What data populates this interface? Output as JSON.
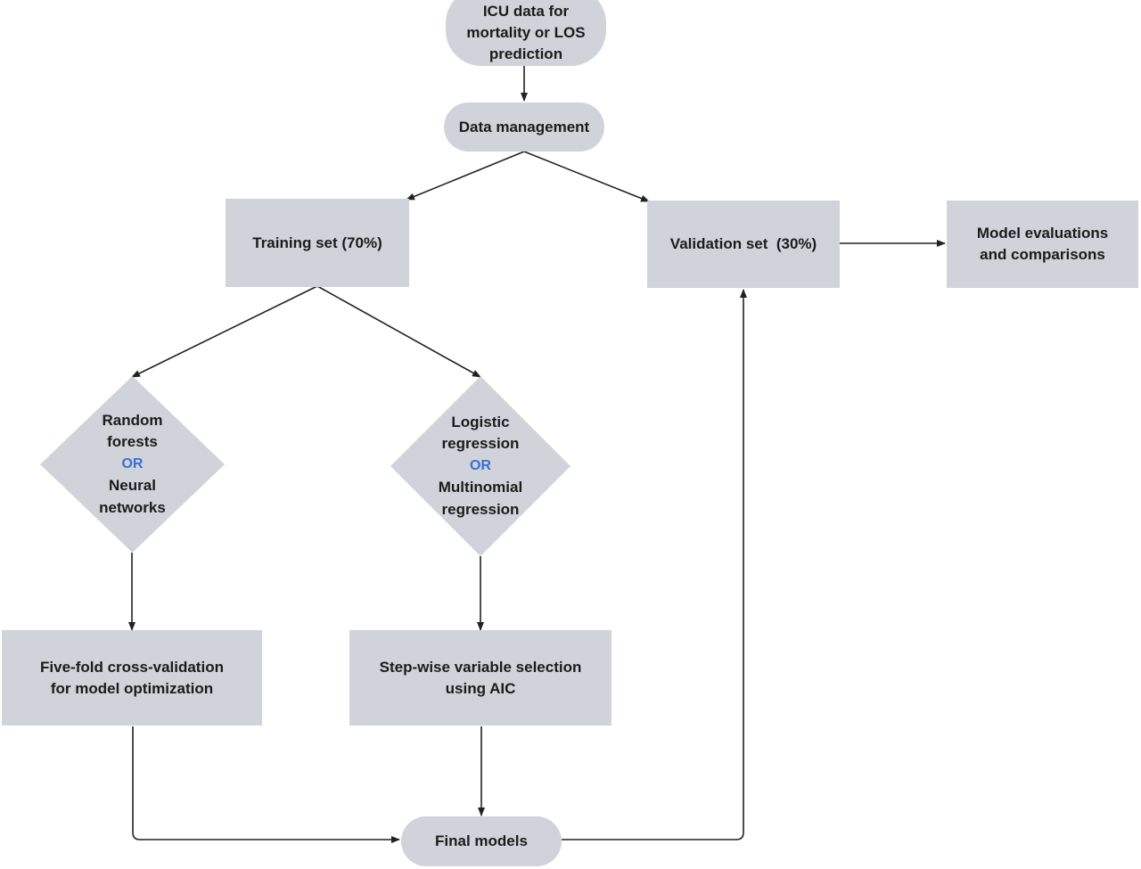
{
  "nodes": {
    "icu_data": {
      "lines": [
        "ICU data for",
        "mortality or LOS",
        "prediction"
      ]
    },
    "data_management": {
      "label": "Data management"
    },
    "training_set": {
      "label": "Training set (70%)"
    },
    "validation_set": {
      "label": "Validation set  (30%)"
    },
    "model_evaluations": {
      "lines": [
        "Model evaluations",
        "and comparisons"
      ]
    },
    "rf_nn": {
      "line1": "Random",
      "line2": "forests",
      "or": "OR",
      "line3": "Neural",
      "line4": "networks"
    },
    "lr_mr": {
      "line1": "Logistic",
      "line2": "regression",
      "or": "OR",
      "line3": "Multinomial",
      "line4": "regression"
    },
    "five_fold": {
      "lines": [
        "Five-fold cross-validation",
        "for model optimization"
      ]
    },
    "stepwise": {
      "lines": [
        "Step-wise variable selection",
        "using AIC"
      ]
    },
    "final_models": {
      "label": "Final models"
    }
  },
  "colors": {
    "node_fill": "#d0d3da",
    "text": "#1b1b1b",
    "or_text": "#3b6fd6",
    "arrow": "#222222"
  }
}
